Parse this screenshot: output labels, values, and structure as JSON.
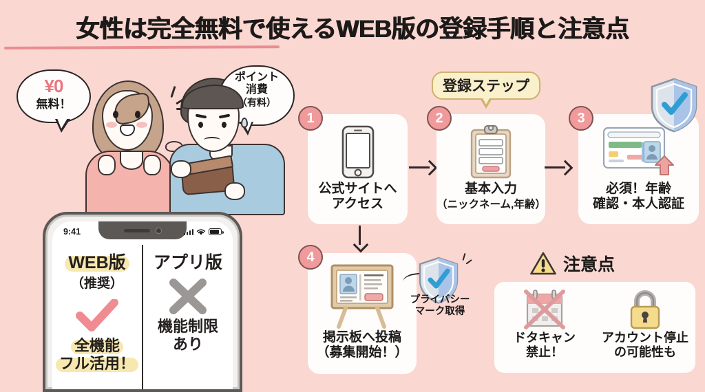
{
  "page": {
    "title": "女性は完全無料で使えるWEB版の登録手順と注意点",
    "background_color": "#fbd7d2",
    "accent_pink": "#f09a9c",
    "accent_yellow": "#faf0cb",
    "accent_blue": "#a9cbe0"
  },
  "illustration": {
    "woman_bubble": {
      "icon": "yen-zero",
      "amount": "¥0",
      "label": "無料！"
    },
    "man_bubble": {
      "line1": "ポイント",
      "line2": "消費",
      "line3": "（有料）"
    }
  },
  "phone": {
    "status_bar": {
      "time": "9:41",
      "signal_icon": "signal-bars-icon",
      "wifi_icon": "wifi-icon",
      "battery_icon": "battery-icon"
    },
    "compare": {
      "left": {
        "title": "WEB版",
        "subtitle": "（推奨）",
        "mark": "check-icon",
        "mark_color": "#f08b92",
        "text_line1": "全機能",
        "text_line2": "フル活用！"
      },
      "right": {
        "title": "アプリ版",
        "subtitle": "",
        "mark": "cross-icon",
        "mark_color": "#9b9795",
        "text_line1": "機能制限",
        "text_line2": "あり"
      }
    }
  },
  "steps": {
    "label": "登録ステップ",
    "items": [
      {
        "number": "1",
        "icon": "smartphone-icon",
        "caption_line1": "公式サイトへ",
        "caption_line2": "アクセス",
        "caption_sub": ""
      },
      {
        "number": "2",
        "icon": "clipboard-form-icon",
        "caption_line1": "基本入力",
        "caption_line2": "",
        "caption_sub": "（ニックネーム,年齢）"
      },
      {
        "number": "3",
        "icon": "id-card-upload-icon",
        "caption_line1": "必須！年齢",
        "caption_line2": "確認・本人認証",
        "caption_sub": ""
      },
      {
        "number": "4",
        "icon": "bulletin-board-icon",
        "caption_line1": "掲示板へ投稿",
        "caption_line2": "（募集開始！）",
        "caption_sub": ""
      }
    ]
  },
  "badges": {
    "verified_shield_icon": "shield-check-icon",
    "privacy": {
      "icon": "shield-check-icon",
      "line1": "プライバシー",
      "line2": "マーク取得"
    }
  },
  "warnings": {
    "icon": "warning-triangle-icon",
    "title": "注意点",
    "items": [
      {
        "icon": "calendar-crossed-icon",
        "line1": "ドタキャン",
        "line2": "禁止！"
      },
      {
        "icon": "padlock-icon",
        "line1": "アカウント停止",
        "line2": "の可能性も"
      }
    ]
  }
}
